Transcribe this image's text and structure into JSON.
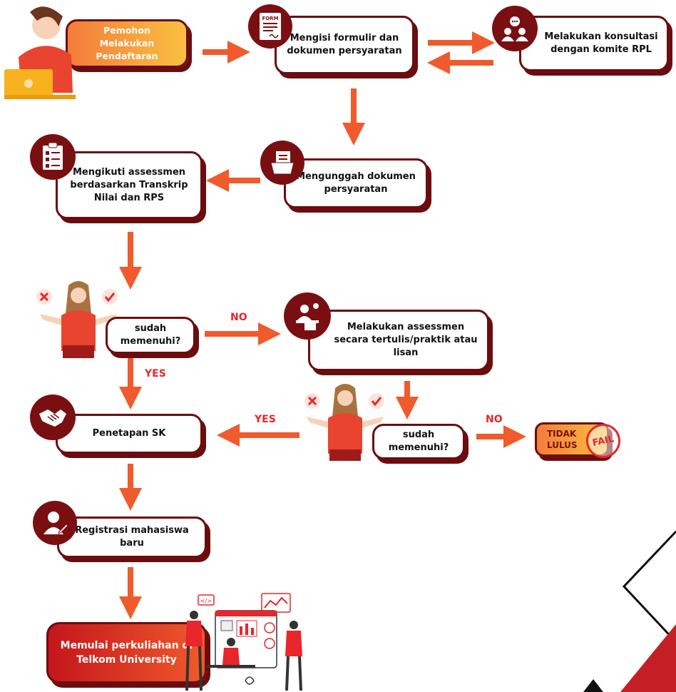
{
  "steps": {
    "start": "Pemohon Melakukan Pendaftaran",
    "form": "Mengisi formulir dan dokumen persyaratan",
    "consult": "Melakukan konsultasi dengan komite RPL",
    "upload": "Mengunggah dokumen persyaratan",
    "assess_transcript": "Mengikuti assessmen berdasarkan Transkrip Nilai dan RPS",
    "decision1": "sudah memenuhi?",
    "assess_written": "Melakukan assessmen secara tertulis/praktik atau lisan",
    "sk": "Penetapan SK",
    "decision2": "sudah memenuhi?",
    "fail": "TIDAK LULUS",
    "fail_stamp": "FAIL",
    "register": "Registrasi mahasiswa baru",
    "end": "Memulai perkuliahan di Telkom University"
  },
  "labels": {
    "no1": "NO",
    "yes1": "YES",
    "yes2": "YES",
    "no2": "NO"
  },
  "icons": {
    "form_text": "FORM",
    "code_tag": "</>"
  },
  "colors": {
    "dark_red": "#6b0d0f",
    "arrow": "#f05a2c",
    "accent_red": "#e8262b"
  }
}
